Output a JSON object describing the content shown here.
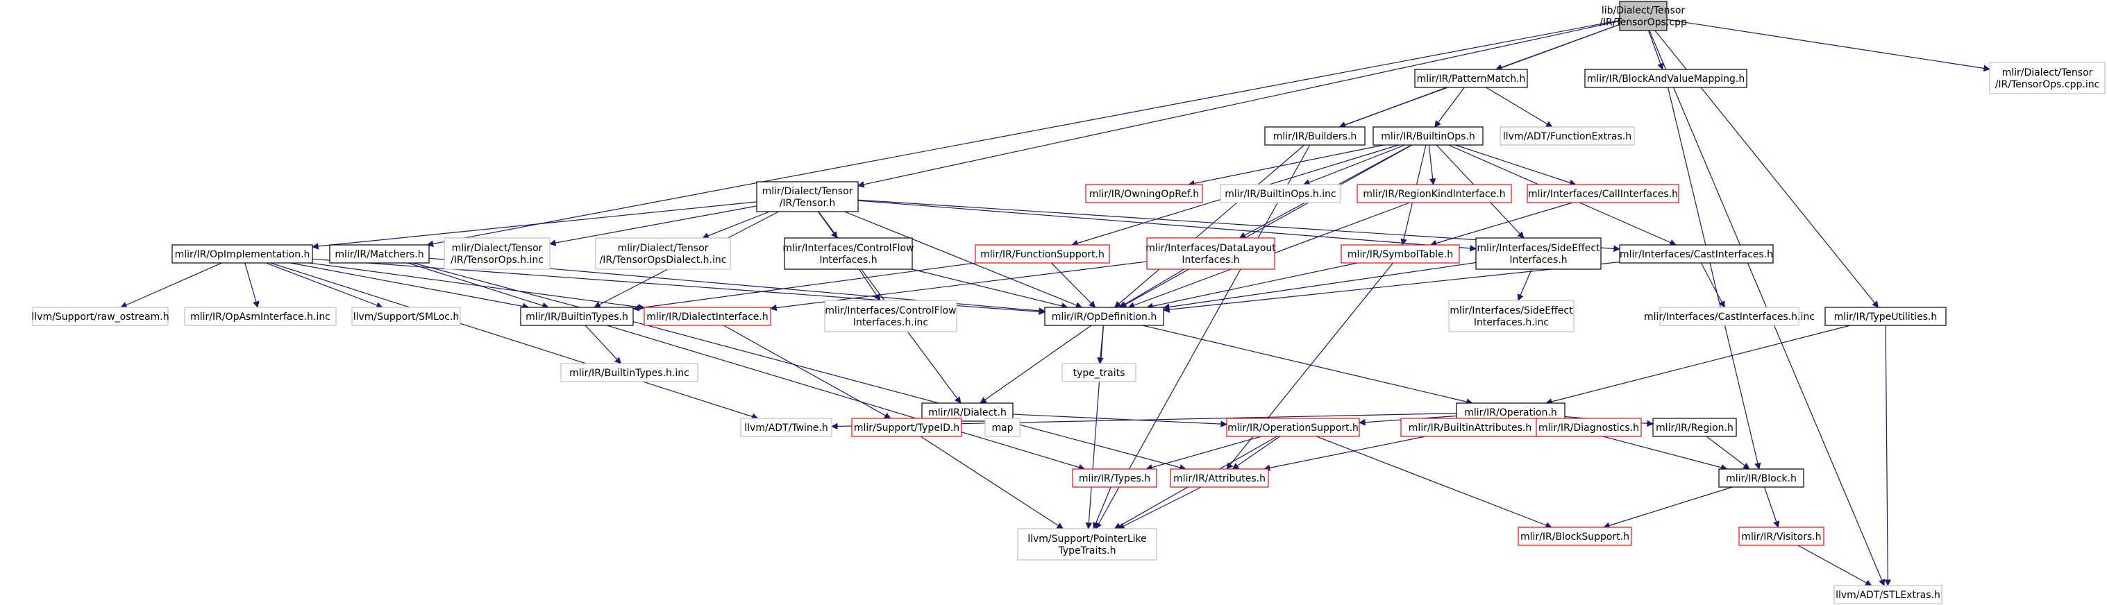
{
  "diagram": {
    "colors": {
      "root_fill": "#bfbfbf",
      "documented": "#000000",
      "undocumented": "#ff0000",
      "external": "#bfbfbf",
      "edge": "#191970",
      "text": "#000000"
    },
    "nodes": [
      {
        "id": "root",
        "lines": [
          "lib/Dialect/Tensor",
          "/IR/TensorOps.cpp"
        ],
        "kind": "root"
      },
      {
        "id": "patternmatch",
        "lines": [
          "mlir/IR/PatternMatch.h"
        ],
        "kind": "documented"
      },
      {
        "id": "blockandvaluemapping",
        "lines": [
          "mlir/IR/BlockAndValueMapping.h"
        ],
        "kind": "documented"
      },
      {
        "id": "tensorops_cpp_inc",
        "lines": [
          "mlir/Dialect/Tensor",
          "/IR/TensorOps.cpp.inc"
        ],
        "kind": "external"
      },
      {
        "id": "builders",
        "lines": [
          "mlir/IR/Builders.h"
        ],
        "kind": "documented"
      },
      {
        "id": "builtinops",
        "lines": [
          "mlir/IR/BuiltinOps.h"
        ],
        "kind": "documented"
      },
      {
        "id": "functionextras",
        "lines": [
          "llvm/ADT/FunctionExtras.h"
        ],
        "kind": "external"
      },
      {
        "id": "tensor_h",
        "lines": [
          "mlir/Dialect/Tensor",
          "/IR/Tensor.h"
        ],
        "kind": "documented"
      },
      {
        "id": "owningopref",
        "lines": [
          "mlir/IR/OwningOpRef.h"
        ],
        "kind": "undocumented"
      },
      {
        "id": "builtinops_inc",
        "lines": [
          "mlir/IR/BuiltinOps.h.inc"
        ],
        "kind": "external"
      },
      {
        "id": "regionkind",
        "lines": [
          "mlir/IR/RegionKindInterface.h"
        ],
        "kind": "undocumented"
      },
      {
        "id": "callinterfaces",
        "lines": [
          "mlir/Interfaces/CallInterfaces.h"
        ],
        "kind": "undocumented"
      },
      {
        "id": "opimplementation",
        "lines": [
          "mlir/IR/OpImplementation.h"
        ],
        "kind": "documented"
      },
      {
        "id": "matchers",
        "lines": [
          "mlir/IR/Matchers.h"
        ],
        "kind": "documented"
      },
      {
        "id": "tensorops_h_inc",
        "lines": [
          "mlir/Dialect/Tensor",
          "/IR/TensorOps.h.inc"
        ],
        "kind": "external"
      },
      {
        "id": "tensoropsdialect_inc",
        "lines": [
          "mlir/Dialect/Tensor",
          "/IR/TensorOpsDialect.h.inc"
        ],
        "kind": "external"
      },
      {
        "id": "controlflow",
        "lines": [
          "mlir/Interfaces/ControlFlow",
          "Interfaces.h"
        ],
        "kind": "documented"
      },
      {
        "id": "functionsupport",
        "lines": [
          "mlir/IR/FunctionSupport.h"
        ],
        "kind": "undocumented"
      },
      {
        "id": "datalayout",
        "lines": [
          "mlir/Interfaces/DataLayout",
          "Interfaces.h"
        ],
        "kind": "undocumented"
      },
      {
        "id": "symboltable",
        "lines": [
          "mlir/IR/SymbolTable.h"
        ],
        "kind": "undocumented"
      },
      {
        "id": "sideeffect",
        "lines": [
          "mlir/Interfaces/SideEffect",
          "Interfaces.h"
        ],
        "kind": "documented"
      },
      {
        "id": "castinterfaces",
        "lines": [
          "mlir/Interfaces/CastInterfaces.h"
        ],
        "kind": "documented"
      },
      {
        "id": "raw_ostream",
        "lines": [
          "llvm/Support/raw_ostream.h"
        ],
        "kind": "external"
      },
      {
        "id": "opasminterface_inc",
        "lines": [
          "mlir/IR/OpAsmInterface.h.inc"
        ],
        "kind": "external"
      },
      {
        "id": "smloc",
        "lines": [
          "llvm/Support/SMLoc.h"
        ],
        "kind": "external"
      },
      {
        "id": "builtintypes",
        "lines": [
          "mlir/IR/BuiltinTypes.h"
        ],
        "kind": "documented"
      },
      {
        "id": "dialectinterface",
        "lines": [
          "mlir/IR/DialectInterface.h"
        ],
        "kind": "undocumented"
      },
      {
        "id": "controlflow_inc",
        "lines": [
          "mlir/Interfaces/ControlFlow",
          "Interfaces.h.inc"
        ],
        "kind": "external"
      },
      {
        "id": "opdefinition",
        "lines": [
          "mlir/IR/OpDefinition.h"
        ],
        "kind": "documented"
      },
      {
        "id": "sideeffect_inc",
        "lines": [
          "mlir/Interfaces/SideEffect",
          "Interfaces.h.inc"
        ],
        "kind": "external"
      },
      {
        "id": "castinterfaces_inc",
        "lines": [
          "mlir/Interfaces/CastInterfaces.h.inc"
        ],
        "kind": "external"
      },
      {
        "id": "typeutilities",
        "lines": [
          "mlir/IR/TypeUtilities.h"
        ],
        "kind": "documented"
      },
      {
        "id": "builtintypes_inc",
        "lines": [
          "mlir/IR/BuiltinTypes.h.inc"
        ],
        "kind": "external"
      },
      {
        "id": "type_traits",
        "lines": [
          "type_traits"
        ],
        "kind": "external"
      },
      {
        "id": "dialect_h",
        "lines": [
          "mlir/IR/Dialect.h"
        ],
        "kind": "documented"
      },
      {
        "id": "operation_h",
        "lines": [
          "mlir/IR/Operation.h"
        ],
        "kind": "documented"
      },
      {
        "id": "twine",
        "lines": [
          "llvm/ADT/Twine.h"
        ],
        "kind": "external"
      },
      {
        "id": "typeid",
        "lines": [
          "mlir/Support/TypeID.h"
        ],
        "kind": "undocumented"
      },
      {
        "id": "map",
        "lines": [
          "map"
        ],
        "kind": "external"
      },
      {
        "id": "operationsupport",
        "lines": [
          "mlir/IR/OperationSupport.h"
        ],
        "kind": "undocumented"
      },
      {
        "id": "builtinattributes",
        "lines": [
          "mlir/IR/BuiltinAttributes.h"
        ],
        "kind": "undocumented"
      },
      {
        "id": "diagnostics",
        "lines": [
          "mlir/IR/Diagnostics.h"
        ],
        "kind": "undocumented"
      },
      {
        "id": "region",
        "lines": [
          "mlir/IR/Region.h"
        ],
        "kind": "documented"
      },
      {
        "id": "types_h",
        "lines": [
          "mlir/IR/Types.h"
        ],
        "kind": "undocumented"
      },
      {
        "id": "attributes_h",
        "lines": [
          "mlir/IR/Attributes.h"
        ],
        "kind": "undocumented"
      },
      {
        "id": "block_h",
        "lines": [
          "mlir/IR/Block.h"
        ],
        "kind": "documented"
      },
      {
        "id": "pointerlike",
        "lines": [
          "llvm/Support/PointerLike",
          "TypeTraits.h"
        ],
        "kind": "external"
      },
      {
        "id": "blocksupport",
        "lines": [
          "mlir/IR/BlockSupport.h"
        ],
        "kind": "undocumented"
      },
      {
        "id": "visitors",
        "lines": [
          "mlir/IR/Visitors.h"
        ],
        "kind": "undocumented"
      },
      {
        "id": "stlextras",
        "lines": [
          "llvm/ADT/STLExtras.h"
        ],
        "kind": "external"
      }
    ],
    "edges": [
      [
        "root",
        "patternmatch"
      ],
      [
        "root",
        "blockandvaluemapping"
      ],
      [
        "root",
        "tensorops_cpp_inc"
      ],
      [
        "root",
        "builders"
      ],
      [
        "root",
        "tensor_h"
      ],
      [
        "root",
        "matchers"
      ],
      [
        "root",
        "typeutilities"
      ],
      [
        "root",
        "stlextras"
      ],
      [
        "patternmatch",
        "builders"
      ],
      [
        "patternmatch",
        "builtinops"
      ],
      [
        "patternmatch",
        "functionextras"
      ],
      [
        "blockandvaluemapping",
        "block_h"
      ],
      [
        "builders",
        "opdefinition"
      ],
      [
        "builders",
        "pointerlike"
      ],
      [
        "builtinops",
        "owningopref"
      ],
      [
        "builtinops",
        "builtinops_inc"
      ],
      [
        "builtinops",
        "regionkind"
      ],
      [
        "builtinops",
        "callinterfaces"
      ],
      [
        "builtinops",
        "functionsupport"
      ],
      [
        "builtinops",
        "datalayout"
      ],
      [
        "builtinops",
        "symboltable"
      ],
      [
        "builtinops",
        "sideeffect"
      ],
      [
        "builtinops",
        "castinterfaces"
      ],
      [
        "builtinops",
        "opdefinition"
      ],
      [
        "tensor_h",
        "opimplementation"
      ],
      [
        "tensor_h",
        "tensorops_h_inc"
      ],
      [
        "tensor_h",
        "tensoropsdialect_inc"
      ],
      [
        "tensor_h",
        "controlflow"
      ],
      [
        "tensor_h",
        "sideeffect"
      ],
      [
        "tensor_h",
        "castinterfaces"
      ],
      [
        "tensor_h",
        "builtintypes"
      ],
      [
        "tensor_h",
        "opdefinition"
      ],
      [
        "tensor_h",
        "dialect_h"
      ],
      [
        "regionkind",
        "opdefinition"
      ],
      [
        "callinterfaces",
        "symboltable"
      ],
      [
        "opimplementation",
        "raw_ostream"
      ],
      [
        "opimplementation",
        "opasminterface_inc"
      ],
      [
        "opimplementation",
        "smloc"
      ],
      [
        "opimplementation",
        "builtintypes"
      ],
      [
        "opimplementation",
        "dialectinterface"
      ],
      [
        "opimplementation",
        "opdefinition"
      ],
      [
        "opimplementation",
        "twine"
      ],
      [
        "matchers",
        "builtintypes"
      ],
      [
        "matchers",
        "opdefinition"
      ],
      [
        "matchers",
        "attributes_h"
      ],
      [
        "controlflow",
        "controlflow_inc"
      ],
      [
        "controlflow",
        "opdefinition"
      ],
      [
        "functionsupport",
        "builtintypes"
      ],
      [
        "functionsupport",
        "opdefinition"
      ],
      [
        "datalayout",
        "dialectinterface"
      ],
      [
        "datalayout",
        "opdefinition"
      ],
      [
        "symboltable",
        "opdefinition"
      ],
      [
        "symboltable",
        "attributes_h"
      ],
      [
        "sideeffect",
        "sideeffect_inc"
      ],
      [
        "sideeffect",
        "opdefinition"
      ],
      [
        "castinterfaces",
        "castinterfaces_inc"
      ],
      [
        "castinterfaces",
        "opdefinition"
      ],
      [
        "typeutilities",
        "operation_h"
      ],
      [
        "typeutilities",
        "stlextras"
      ],
      [
        "builtintypes",
        "builtintypes_inc"
      ],
      [
        "builtintypes",
        "types_h"
      ],
      [
        "dialectinterface",
        "typeid"
      ],
      [
        "opdefinition",
        "type_traits"
      ],
      [
        "opdefinition",
        "dialect_h"
      ],
      [
        "opdefinition",
        "operation_h"
      ],
      [
        "opdefinition",
        "pointerlike"
      ],
      [
        "dialect_h",
        "typeid"
      ],
      [
        "dialect_h",
        "map"
      ],
      [
        "dialect_h",
        "operationsupport"
      ],
      [
        "operation_h",
        "twine"
      ],
      [
        "operation_h",
        "operationsupport"
      ],
      [
        "operation_h",
        "builtinattributes"
      ],
      [
        "operation_h",
        "diagnostics"
      ],
      [
        "operation_h",
        "region"
      ],
      [
        "operation_h",
        "block_h"
      ],
      [
        "typeid",
        "pointerlike"
      ],
      [
        "operationsupport",
        "types_h"
      ],
      [
        "operationsupport",
        "attributes_h"
      ],
      [
        "operationsupport",
        "blocksupport"
      ],
      [
        "operationsupport",
        "pointerlike"
      ],
      [
        "builtinattributes",
        "attributes_h"
      ],
      [
        "region",
        "block_h"
      ],
      [
        "types_h",
        "pointerlike"
      ],
      [
        "attributes_h",
        "pointerlike"
      ],
      [
        "block_h",
        "blocksupport"
      ],
      [
        "block_h",
        "visitors"
      ],
      [
        "visitors",
        "stlextras"
      ]
    ]
  }
}
